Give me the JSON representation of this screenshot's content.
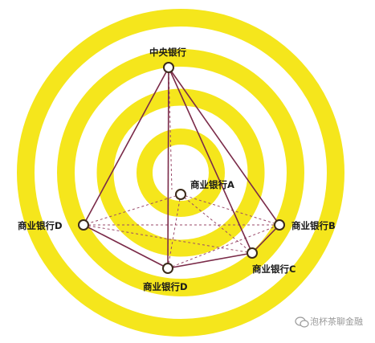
{
  "colors": {
    "ring": "#f5e61c",
    "background": "#ffffff",
    "edge_solid": "#7a2a48",
    "edge_dashed": "#9a4a6a",
    "node_fill": "#ffffff",
    "node_stroke": "#3a2a1a"
  },
  "nodes": {
    "central": "中央银行",
    "a": "商业银行A",
    "b": "商业银行B",
    "c": "商业银行C",
    "d_left": "商业银行D",
    "d_bottom": "商业银行D"
  },
  "watermark": {
    "icon": "wechat-icon",
    "text": "泡杯茶聊金融"
  }
}
